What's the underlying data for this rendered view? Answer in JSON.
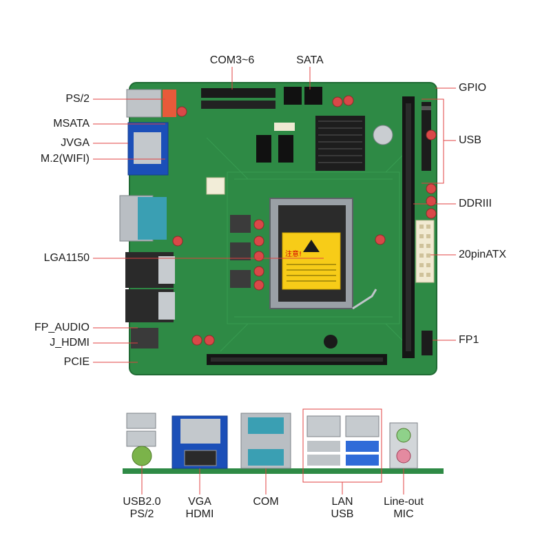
{
  "top_labels": [
    "COM3~6",
    "SATA"
  ],
  "left_labels": [
    "PS/2",
    "MSATA",
    "JVGA",
    "M.2(WIFI)",
    "LGA1150",
    "FP_AUDIO",
    "J_HDMI",
    "PCIE"
  ],
  "right_labels": [
    "GPIO",
    "USB",
    "DDRIII",
    "20pinATX",
    "FP1"
  ],
  "bottom_labels": [
    {
      "line1": "USB2.0",
      "line2": "PS/2"
    },
    {
      "line1": "VGA",
      "line2": "HDMI"
    },
    {
      "line1": "COM",
      "line2": ""
    },
    {
      "line1": "LAN",
      "line2": "USB"
    },
    {
      "line1": "Line-out",
      "line2": "MIC"
    }
  ],
  "cpu_sticker": {
    "warning": "注意!"
  },
  "colors": {
    "pcb": "#2e8a45",
    "pcb_dark": "#1f6a33",
    "vga_blue": "#1b4fb8",
    "com_teal": "#3a9fb3",
    "silver": "#b9bec3",
    "leader": "#e04040"
  }
}
